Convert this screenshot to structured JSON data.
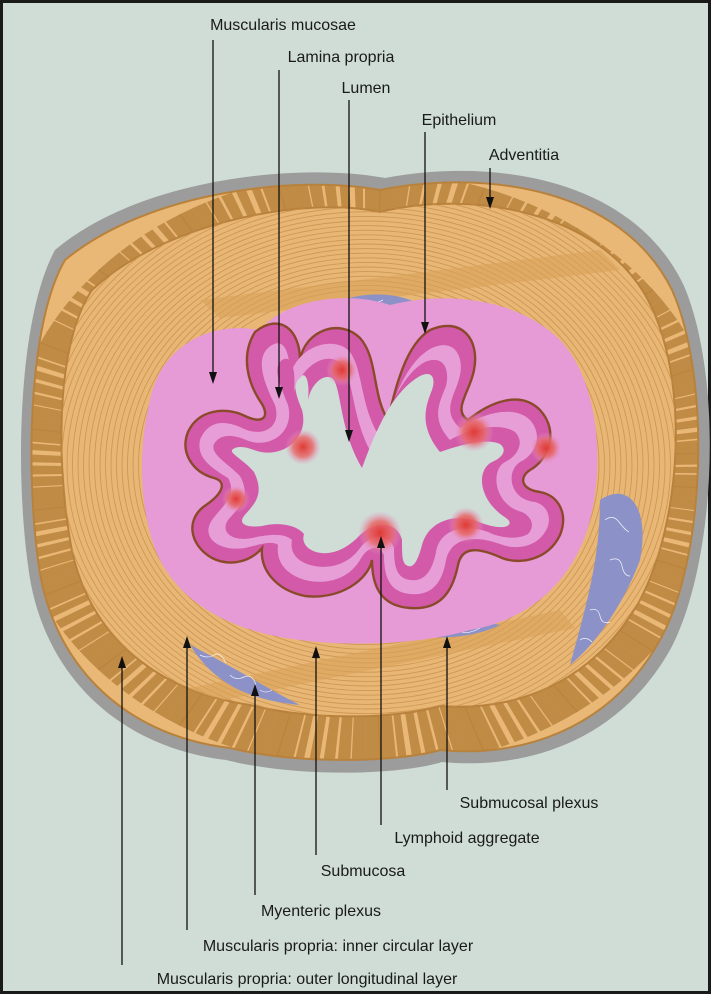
{
  "figure": {
    "labels": {
      "muscularis_mucosae": "Muscularis mucosae",
      "lamina_propria": "Lamina propria",
      "lumen": "Lumen",
      "epithelium": "Epithelium",
      "adventitia": "Adventitia",
      "submucosal_plexus": "Submucosal plexus",
      "lymphoid_aggregate": "Lymphoid aggregate",
      "submucosa": "Submucosa",
      "myenteric_plexus": "Myenteric plexus",
      "inner_circular": "Muscularis propria: inner circular layer",
      "outer_longitudinal": "Muscularis propria: outer longitudinal layer"
    },
    "colors": {
      "background": "#cfddd6",
      "border": "#1a1a1a",
      "adventitia": "#9a9a9a",
      "outer_muscle": "#e9b877",
      "outer_muscle_dark": "#b9823c",
      "circular_muscle": "#e8b776",
      "plexus": "#8c92c8",
      "submucosa": "#e69ad6",
      "mucosa": "#d25aa8",
      "muscularis_mucosae_line": "#8a4a2a",
      "lumen": "#cfddd6",
      "lymphoid": "#e2504a"
    }
  }
}
